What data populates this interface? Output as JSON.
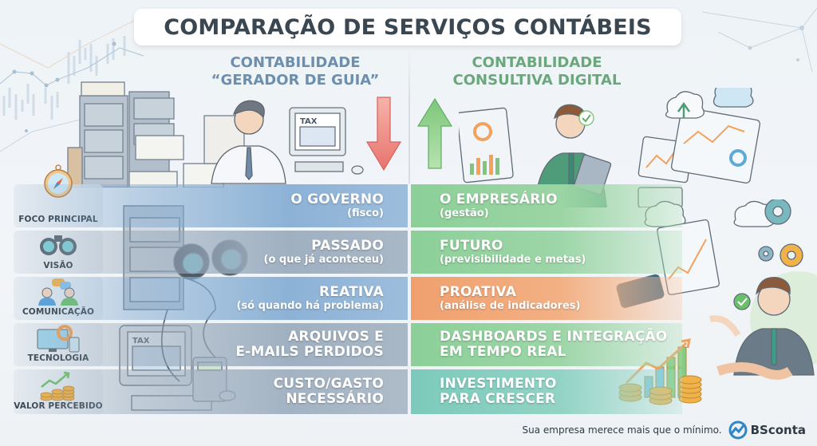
{
  "title": "COMPARAÇÃO DE SERVIÇOS CONTÁBEIS",
  "columns": {
    "left": {
      "line1": "CONTABILIDADE",
      "line2": "“GERADOR DE GUIA”",
      "color": "#6d8fae",
      "arrow": "down",
      "arrow_color": "#e8736e"
    },
    "right": {
      "line1": "CONTABILIDADE",
      "line2": "CONSULTIVA DIGITAL",
      "color": "#6aa87c",
      "arrow": "up",
      "arrow_color": "#7cc77a"
    }
  },
  "categories": [
    {
      "label": "FOCO PRINCIPAL",
      "icon": "compass-icon"
    },
    {
      "label": "VISÃO",
      "icon": "binoculars-icon"
    },
    {
      "label": "COMUNICAÇÃO",
      "icon": "chat-people-icon"
    },
    {
      "label": "TECNOLOGIA",
      "icon": "computer-gear-icon"
    },
    {
      "label": "VALOR PERCEBIDO",
      "icon": "coins-growth-icon"
    }
  ],
  "rows": [
    {
      "left": {
        "main": "O GOVERNO",
        "sub": "(fisco)"
      },
      "right": {
        "main": "O EMPRESÁRIO",
        "sub": "(gestão)"
      }
    },
    {
      "left": {
        "main": "PASSADO",
        "sub": "(o que já aconteceu)"
      },
      "right": {
        "main": "FUTURO",
        "sub": "(previsibilidade e metas)"
      }
    },
    {
      "left": {
        "main": "REATIVA",
        "sub": "(só quando há problema)"
      },
      "right": {
        "main": "PROATIVA",
        "sub": "(análise de indicadores)"
      }
    },
    {
      "left": {
        "main": "ARQUIVOS E",
        "sub": "E-MAILS PERDIDOS"
      },
      "right": {
        "main": "DASHBOARDS E INTEGRAÇÃO",
        "sub": "EM TEMPO REAL"
      }
    },
    {
      "left": {
        "main": "CUSTO/GASTO",
        "sub": "NECESSÁRIO"
      },
      "right": {
        "main": "INVESTIMENTO",
        "sub": "PARA CRESCER"
      }
    }
  ],
  "illustration_labels": {
    "tax_screen_top": "TAX",
    "tax_screen_bottom": "TAX"
  },
  "footer": {
    "tagline": "Sua empresa merece mais que o mínimo.",
    "brand": "BSconta",
    "brand_color": "#2f86c7"
  }
}
